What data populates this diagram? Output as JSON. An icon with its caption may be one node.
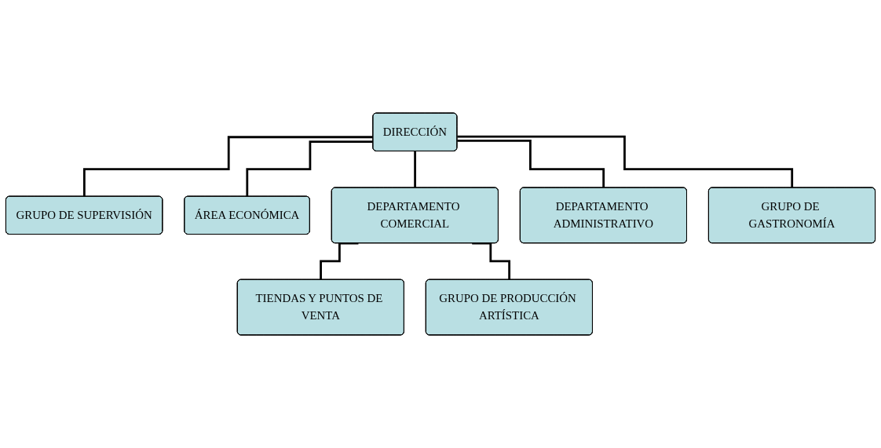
{
  "diagram": {
    "nodes": [
      {
        "text": [
          "DIRECCIÓN"
        ]
      },
      {
        "text": [
          "GRUPO DE SUPERVISIÓN"
        ]
      },
      {
        "text": [
          "ÁREA ECONÓMICA"
        ]
      },
      {
        "text": [
          "DEPARTAMENTO COMERCIAL"
        ]
      },
      {
        "text": [
          "DEPARTAMENTO ADMINISTRATIVO"
        ]
      },
      {
        "text": [
          "GRUPO DE GASTRONOMÍA"
        ]
      },
      {
        "text": [
          "TIENDAS Y PUNTOS DE VENTA"
        ]
      },
      {
        "text": [
          "GRUPO DE PRODUCCIÓN ARTÍSTICA"
        ]
      }
    ],
    "edges": [
      {
        "from": 0,
        "to": 1,
        "arrow": "none"
      },
      {
        "from": 0,
        "to": 2,
        "arrow": "none"
      },
      {
        "from": 0,
        "to": 3,
        "arrow": "none"
      },
      {
        "from": 0,
        "to": 4,
        "arrow": "none"
      },
      {
        "from": 0,
        "to": 5,
        "arrow": "none"
      },
      {
        "from": 3,
        "to": 6,
        "arrow": "none"
      },
      {
        "from": 3,
        "to": 7,
        "arrow": "none"
      }
    ]
  }
}
